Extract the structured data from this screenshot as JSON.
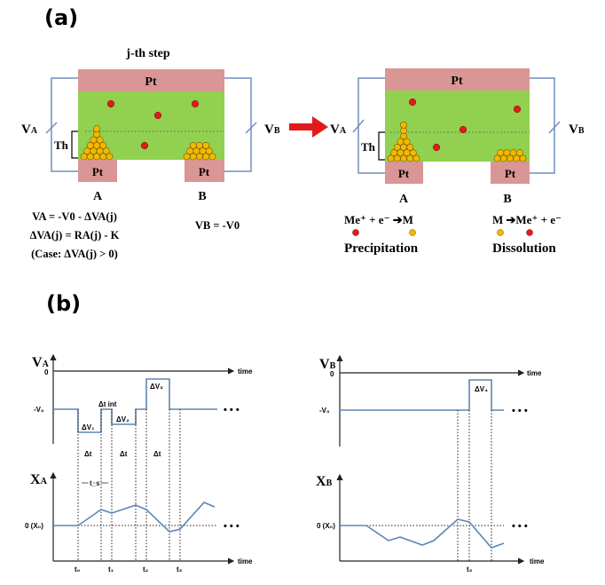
{
  "panel_a": {
    "label": "(a)",
    "step_title": "j-th step",
    "electrode_top": "Pt",
    "electrode_bottom": "Pt",
    "va_main": "V",
    "va_sub": "A",
    "vb_main": "V",
    "vb_sub": "B",
    "th": "Th",
    "node_a": "A",
    "node_b": "B",
    "eq1": "VA = -V0 - ΔVA(j)",
    "eq2": "ΔVA(j) = RA(j) - K",
    "eq3": "(Case: ΔVA(j) > 0)",
    "eq_vb": "VB = -V0",
    "reaction_a": "Me⁺ + e⁻ ➔M",
    "reaction_b": "M ➔Me⁺ + e⁻",
    "process_a": "Precipitation",
    "process_b": "Dissolution",
    "colors": {
      "electrode": "#d99694",
      "electrolyte": "#92d050",
      "ion": "#e31a1c",
      "metal": "#f5b800",
      "arrow": "#e31a1c"
    }
  },
  "panel_b": {
    "label": "(b)",
    "time": "time",
    "zero": "0",
    "neg_v0": "-V₀",
    "x0": "0 (X₀)",
    "ellipsis": "• • •",
    "left": {
      "v_main": "V",
      "v_sub": "A",
      "x_main": "X",
      "x_sub": "A",
      "dv1": "ΔV₁",
      "dv2": "ΔV₂",
      "dv3": "ΔV₃",
      "dt": "Δt",
      "dt_int": "Δt int",
      "ts": "t_s",
      "ticks": [
        "t₀",
        "t₁",
        "t₂",
        "t₃"
      ]
    },
    "right": {
      "v_main": "V",
      "v_sub": "B",
      "x_main": "X",
      "x_sub": "B",
      "dv4": "ΔV₄",
      "tick": "t₃"
    }
  }
}
